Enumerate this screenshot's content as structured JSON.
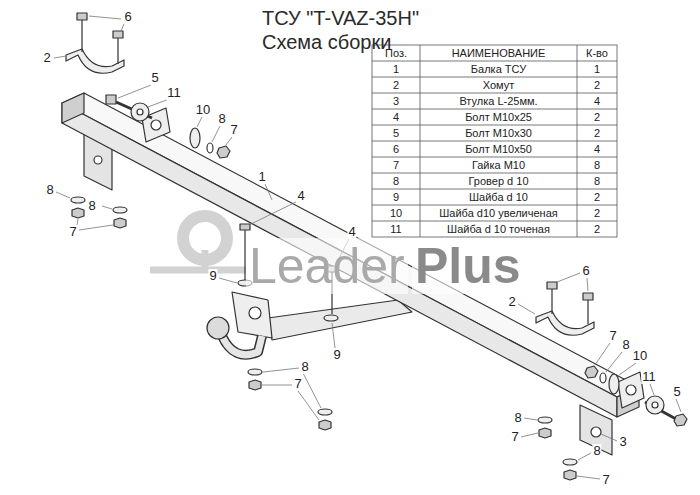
{
  "diagram": {
    "title": "ТСУ \"T-VAZ-35H\" Схема сборки",
    "labels": [
      "Поз.",
      "НАИМЕНОВАНИЕ",
      "К-во",
      "1",
      "Балка ТСУ",
      "1",
      "2",
      "Хомут",
      "2",
      "3",
      "Втулка L-25мм.",
      "4",
      "4",
      "Болт М10х25",
      "2",
      "5",
      "Болт М10х30",
      "2",
      "6",
      "Болт М10х50",
      "4",
      "7",
      "Гайка М10",
      "8",
      "8",
      "Гровер d 10",
      "8",
      "9",
      "Шайба d 10",
      "2",
      "10",
      "Шайба d10 увеличеная",
      "2",
      "11",
      "Шайба d 10 точеная",
      "2",
      "6",
      "2",
      "5",
      "11",
      "10",
      "8",
      "7",
      "1",
      "8",
      "8",
      "7",
      "4",
      "4",
      "9",
      "9",
      "6",
      "2",
      "7",
      "8",
      "10",
      "11",
      "5",
      "8",
      "7",
      "3",
      "8",
      "7",
      "8",
      "7",
      "Leader",
      "Plus"
    ]
  }
}
